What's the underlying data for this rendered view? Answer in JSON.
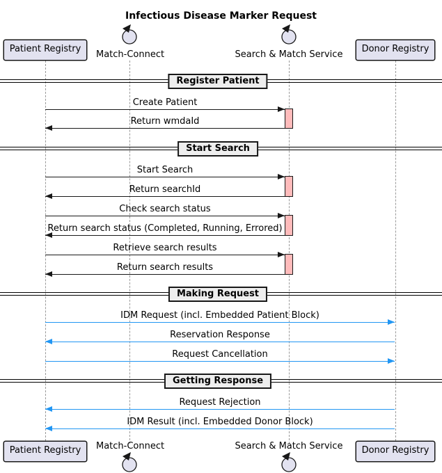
{
  "title": "Infectious Disease Marker Request",
  "participants": {
    "patient_registry": {
      "label": "Patient Registry",
      "type": "box"
    },
    "match_connect": {
      "label": "Match-Connect",
      "type": "control"
    },
    "search_match_service": {
      "label": "Search & Match Service",
      "type": "control"
    },
    "donor_registry": {
      "label": "Donor Registry",
      "type": "box"
    }
  },
  "dividers": [
    {
      "label": "Register Patient"
    },
    {
      "label": "Start Search"
    },
    {
      "label": "Making Request"
    },
    {
      "label": "Getting Response"
    }
  ],
  "messages": [
    {
      "label": "Create Patient",
      "from": "patient_registry",
      "to": "search_match_service",
      "direction": "right",
      "color": "black"
    },
    {
      "label": "Return wmdaId",
      "from": "search_match_service",
      "to": "patient_registry",
      "direction": "left",
      "color": "black"
    },
    {
      "label": "Start Search",
      "from": "patient_registry",
      "to": "search_match_service",
      "direction": "right",
      "color": "black"
    },
    {
      "label": "Return searchId",
      "from": "search_match_service",
      "to": "patient_registry",
      "direction": "left",
      "color": "black"
    },
    {
      "label": "Check search status",
      "from": "patient_registry",
      "to": "search_match_service",
      "direction": "right",
      "color": "black"
    },
    {
      "label": "Return search status (Completed, Running, Errored)",
      "from": "search_match_service",
      "to": "patient_registry",
      "direction": "left",
      "color": "black"
    },
    {
      "label": "Retrieve search results",
      "from": "patient_registry",
      "to": "search_match_service",
      "direction": "right",
      "color": "black"
    },
    {
      "label": "Return search results",
      "from": "search_match_service",
      "to": "patient_registry",
      "direction": "left",
      "color": "black"
    },
    {
      "label": "IDM Request (incl. Embedded Patient Block)",
      "from": "patient_registry",
      "to": "donor_registry",
      "direction": "right",
      "color": "blue"
    },
    {
      "label": "Reservation Response",
      "from": "donor_registry",
      "to": "patient_registry",
      "direction": "left",
      "color": "blue"
    },
    {
      "label": "Request Cancellation",
      "from": "patient_registry",
      "to": "donor_registry",
      "direction": "right",
      "color": "blue"
    },
    {
      "label": "Request Rejection",
      "from": "donor_registry",
      "to": "patient_registry",
      "direction": "left",
      "color": "blue"
    },
    {
      "label": "IDM Result (incl. Embedded Donor Block)",
      "from": "donor_registry",
      "to": "patient_registry",
      "direction": "left",
      "color": "blue"
    }
  ],
  "colors": {
    "participant_fill": "#E2E2F0",
    "border": "#181818",
    "activation_fill": "#FFBBBB",
    "blue_arrow": "#2196F3",
    "divider_fill": "#EEEEEE",
    "lifeline": "#999999"
  }
}
